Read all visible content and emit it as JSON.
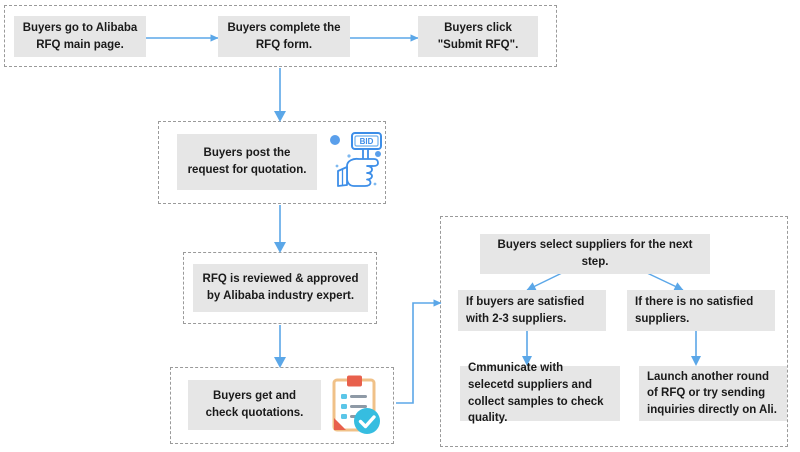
{
  "diagram": {
    "title": "Alibaba RFQ process flowchart",
    "accent_color": "#5ba7e8",
    "node_fill": "#e6e6e6",
    "group_border_color": "#9a9a9a",
    "text_color": "#1a1a1a",
    "background": "#ffffff"
  },
  "groups": [
    {
      "name": "submit-rfq-group"
    },
    {
      "name": "post-request-group"
    },
    {
      "name": "review-group"
    },
    {
      "name": "quotations-group"
    },
    {
      "name": "supplier-selection-group"
    }
  ],
  "nodes": {
    "buyers_main_page": "Buyers go to Alibaba RFQ main page.",
    "complete_form": "Buyers complete the RFQ form.",
    "submit_rfq": "Buyers click \"Submit RFQ\".",
    "post_request": "Buyers post  the request for quotation.",
    "reviewed_approved": "RFQ is reviewed & approved by Alibaba industry expert.",
    "get_quotations": "Buyers get and check quotations.",
    "select_suppliers": "Buyers select suppliers for the next step.",
    "satisfied_branch": "If buyers are satisfied with 2-3 suppliers.",
    "no_satisfied_branch": "If there is no satisfied suppliers.",
    "communicate_action": "Cmmunicate with selecetd suppliers and collect samples to check quality.",
    "relaunch_action": "Launch another round of RFQ or try sending inquiries directly on Ali."
  },
  "icons": {
    "bid_paddle": "bid-paddle-icon",
    "bid_paddle_label": "BID",
    "clipboard_check": "clipboard-check-icon"
  }
}
